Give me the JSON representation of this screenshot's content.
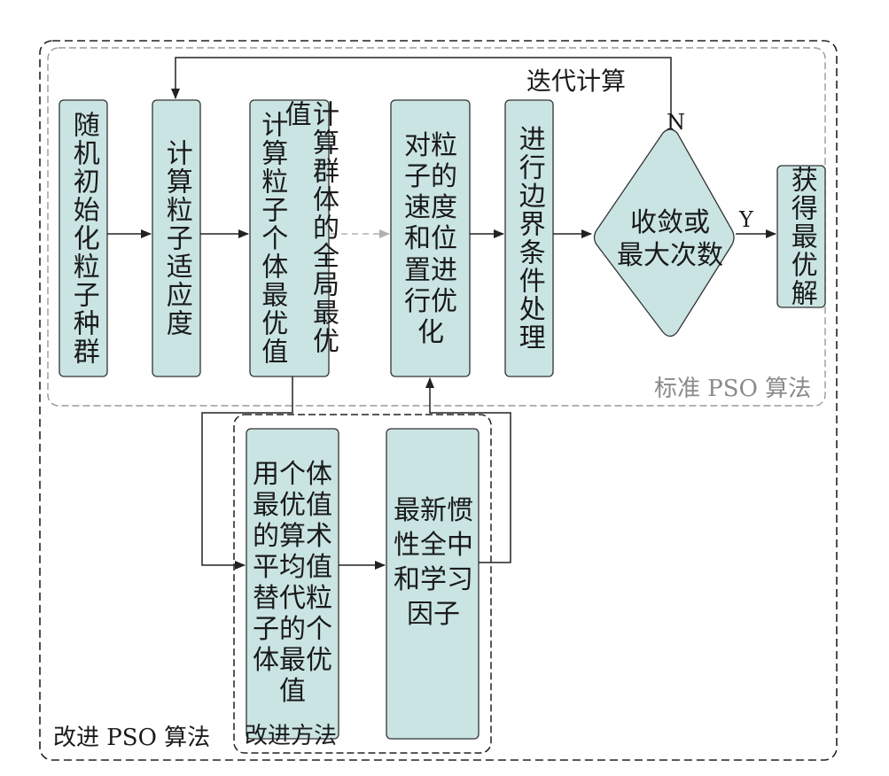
{
  "regions": {
    "improved_pso": "改进 PSO 算法",
    "standard_pso": "标准 PSO 算法",
    "improved_method": "改进方法"
  },
  "loop_label": "迭代计算",
  "decision": {
    "text": "收敛或\n最大次数",
    "yes": "Y",
    "no": "N"
  },
  "steps": {
    "init": "随机初始化粒子种群",
    "fitness": "计算粒子适应度",
    "best_col1": "计算粒子个体最优值",
    "best_col2": "计算群体的全局最优值",
    "update": "对粒子的速度和位置进行优化",
    "boundary": "进行边界条件处理",
    "result": "获得最优解",
    "avg": "用个体最优值的算术平均值替代粒子的个体最优值",
    "inertia": "最新惯性全中和学习因子"
  },
  "colors": {
    "box_fill": "#c9e4e3",
    "box_stroke": "#333333",
    "outer_dash": "#222222",
    "inner_dash": "#9a9a9a",
    "gray_arrow": "#b0b0b0"
  }
}
